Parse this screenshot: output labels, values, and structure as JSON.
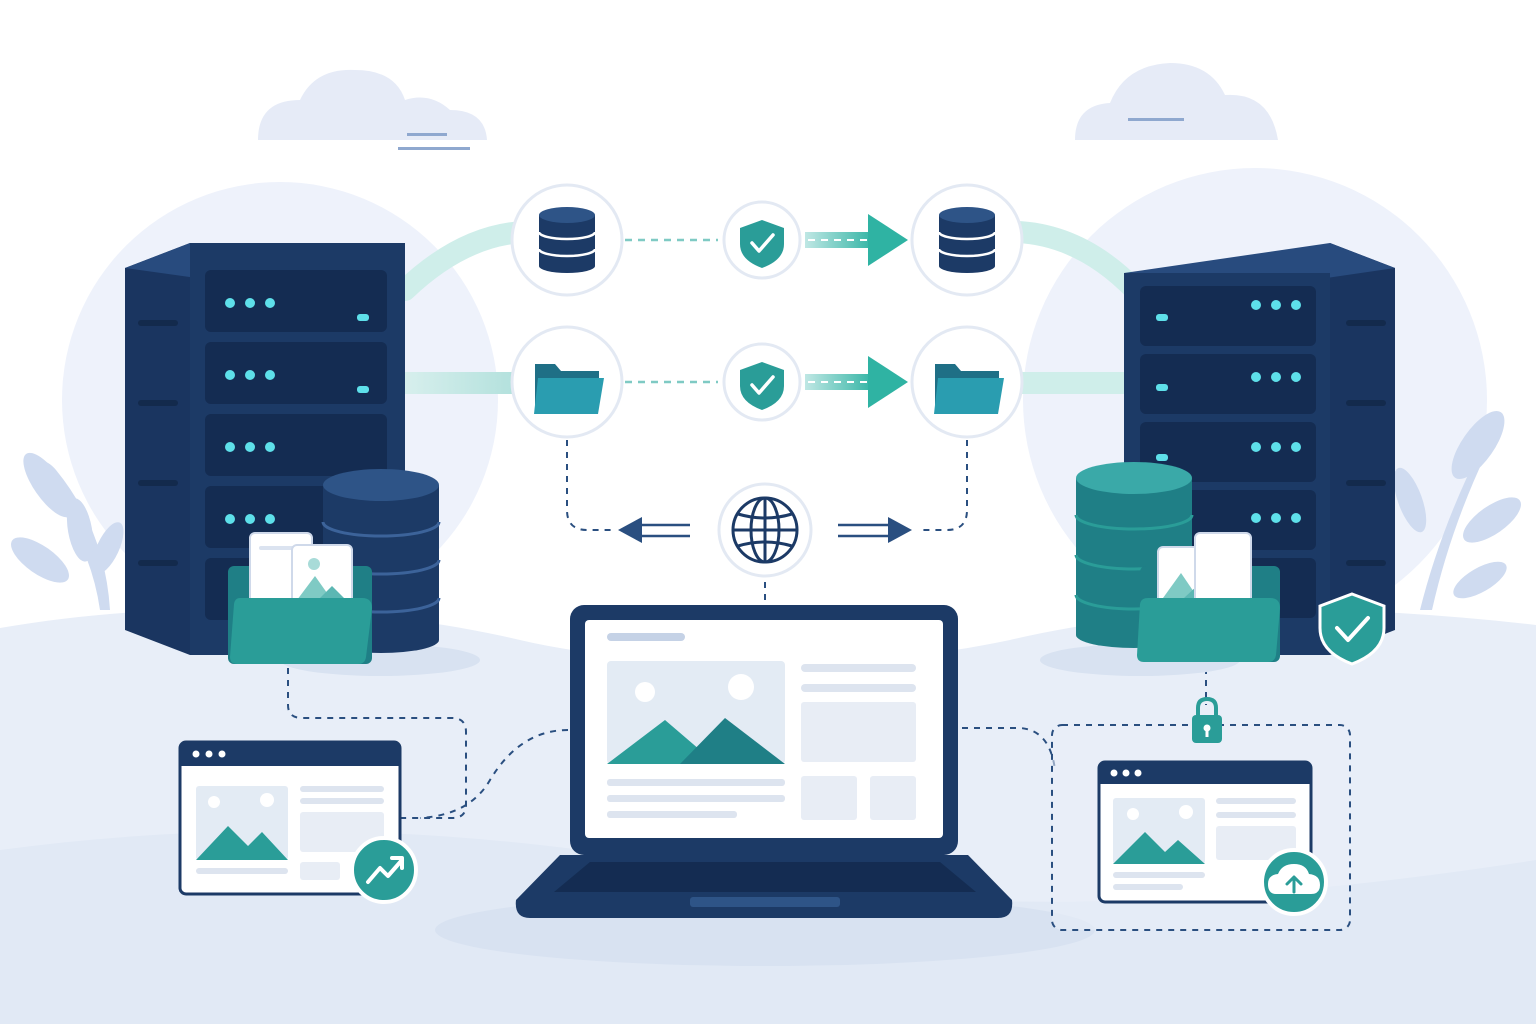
{
  "diagram": {
    "nodes": [
      {
        "id": "source-server",
        "kind": "server-rack",
        "icon": "server-icon"
      },
      {
        "id": "source-database",
        "kind": "database",
        "icon": "database-icon"
      },
      {
        "id": "source-folder",
        "kind": "folder",
        "icon": "folder-icon"
      },
      {
        "id": "sync-database-source",
        "kind": "badge",
        "icon": "database-icon"
      },
      {
        "id": "sync-database-target",
        "kind": "badge",
        "icon": "database-icon"
      },
      {
        "id": "sync-folder-source",
        "kind": "badge",
        "icon": "folder-icon"
      },
      {
        "id": "sync-folder-target",
        "kind": "badge",
        "icon": "folder-icon"
      },
      {
        "id": "verify-shield",
        "kind": "badge",
        "icon": "shield-check-icon"
      },
      {
        "id": "internet-hub",
        "kind": "badge",
        "icon": "globe-icon"
      },
      {
        "id": "laptop",
        "kind": "device",
        "icon": "laptop-icon"
      },
      {
        "id": "website-analytics",
        "kind": "browser-window",
        "icon": "trending-up-icon"
      },
      {
        "id": "website-cloud-backup",
        "kind": "browser-window",
        "icon": "cloud-upload-icon"
      },
      {
        "id": "target-server",
        "kind": "server-rack",
        "icon": "server-icon"
      },
      {
        "id": "target-database",
        "kind": "database",
        "icon": "database-icon"
      },
      {
        "id": "target-folder",
        "kind": "folder",
        "icon": "folder-icon"
      },
      {
        "id": "target-security",
        "kind": "badge",
        "icon": "shield-check-icon"
      },
      {
        "id": "secure-lock",
        "kind": "badge",
        "icon": "lock-icon"
      }
    ],
    "edges": [
      {
        "from": "source-server",
        "to": "target-server",
        "via": "database-sync"
      },
      {
        "from": "source-server",
        "to": "target-server",
        "via": "folder-sync"
      },
      {
        "from": "internet-hub",
        "to": "sync-folder-source"
      },
      {
        "from": "internet-hub",
        "to": "sync-folder-target"
      },
      {
        "from": "internet-hub",
        "to": "laptop"
      },
      {
        "from": "source-server",
        "to": "website-analytics"
      },
      {
        "from": "laptop",
        "to": "website-analytics"
      },
      {
        "from": "laptop",
        "to": "website-cloud-backup"
      },
      {
        "from": "target-server",
        "to": "website-cloud-backup"
      }
    ],
    "colors": {
      "navy": "#1c3a66",
      "navy_dark": "#142c52",
      "teal": "#2a9d98",
      "teal_dark": "#1f7f86",
      "teal_light": "#a6dedb",
      "accent_cyan": "#5ee0ea",
      "pale_blue": "#eef2fb",
      "ground": "#e3eaf6"
    }
  }
}
